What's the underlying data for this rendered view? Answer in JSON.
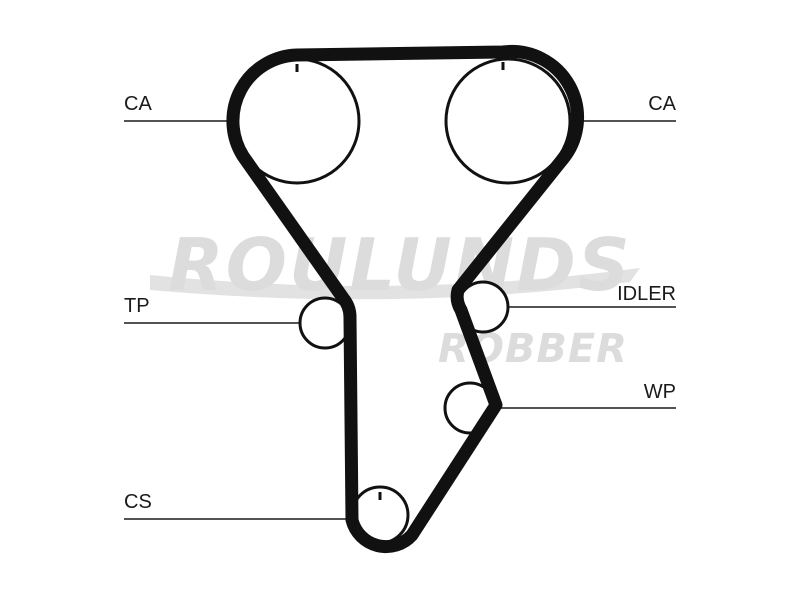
{
  "diagram": {
    "labels": {
      "ca_left": "CA",
      "ca_right": "CA",
      "tp": "TP",
      "idler": "IDLER",
      "wp": "WP",
      "cs": "CS"
    },
    "watermark": {
      "line1": "ROULUNDS",
      "line2": "ROBBER"
    }
  },
  "colors": {
    "belt": "#111111",
    "text": "#1a1a1a",
    "watermark": "#dcdcdc"
  }
}
